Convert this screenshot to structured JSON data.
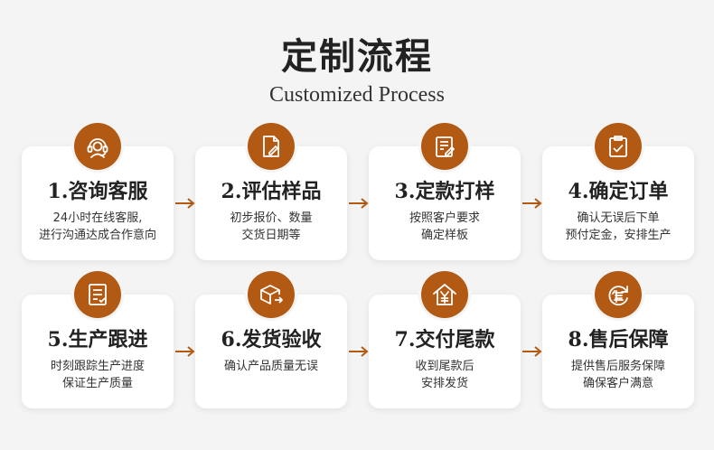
{
  "header": {
    "title": "定制流程",
    "subtitle": "Customized Process"
  },
  "accent_color": "#b25a14",
  "steps": [
    {
      "title": "1.咨询客服",
      "desc": [
        "24小时在线客服,",
        "进行沟通达成合作意向"
      ],
      "icon": "headset-icon"
    },
    {
      "title": "2.评估样品",
      "desc": [
        "初步报价、数量",
        "交货日期等"
      ],
      "icon": "document-edit-icon"
    },
    {
      "title": "3.定款打样",
      "desc": [
        "按照客户要求",
        "确定样板"
      ],
      "icon": "clipboard-pen-icon"
    },
    {
      "title": "4.确定订单",
      "desc": [
        "确认无误后下单",
        "预付定金，安排生产"
      ],
      "icon": "order-check-icon"
    },
    {
      "title": "5.生产跟进",
      "desc": [
        "时刻跟踪生产进度",
        "保证生产质量"
      ],
      "icon": "checklist-icon"
    },
    {
      "title": "6.发货验收",
      "desc": [
        "确认产品质量无误",
        ""
      ],
      "icon": "delivery-box-icon"
    },
    {
      "title": "7.交付尾款",
      "desc": [
        "收到尾款后",
        "安排发货"
      ],
      "icon": "house-money-icon"
    },
    {
      "title": "8.售后保障",
      "desc": [
        "提供售后服务保障",
        "确保客户满意"
      ],
      "icon": "after-sales-icon"
    }
  ]
}
